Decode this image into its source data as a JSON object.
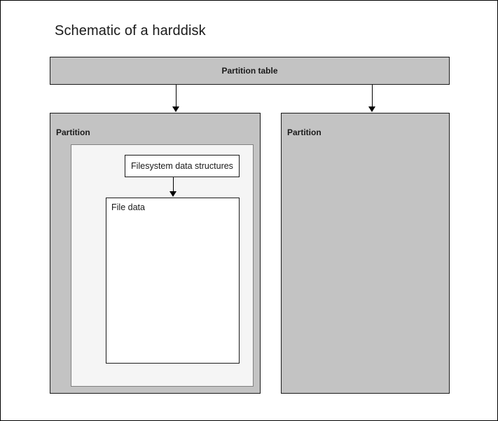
{
  "page": {
    "title": "Schematic of a harddisk"
  },
  "diagram": {
    "partition_table": {
      "label": "Partition table"
    },
    "partitions": [
      {
        "label": "Partition"
      },
      {
        "label": "Partition"
      }
    ],
    "filesystem": {
      "structures_label": "Filesystem data structures",
      "file_data_label": "File data"
    },
    "arrows": [
      {
        "name": "partition-table-to-partition-1"
      },
      {
        "name": "partition-table-to-partition-2"
      },
      {
        "name": "filesystem-structures-to-file-data"
      }
    ],
    "colors": {
      "partition_fill": "#c3c3c3",
      "filesystem_fill": "#f5f5f5",
      "box_fill": "#ffffff",
      "stroke": "#1a1a1a",
      "text": "#1a1a1a"
    }
  }
}
